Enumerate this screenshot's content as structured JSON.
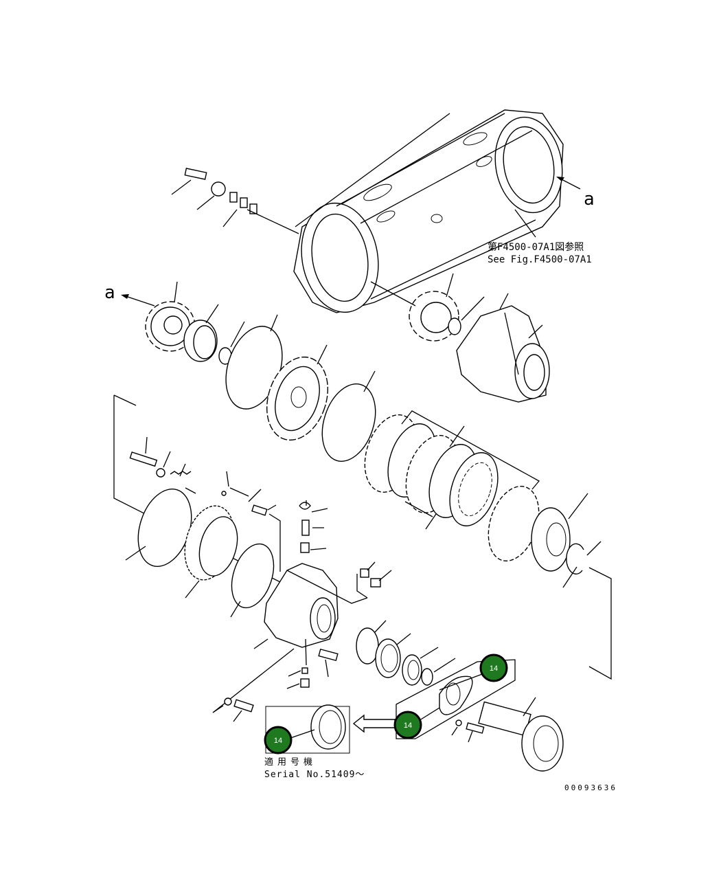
{
  "ref_note": {
    "jp": "第F4500-07A1図参照",
    "en": "See Fig.F4500-07A1"
  },
  "view_marker": "a",
  "serial_note": {
    "jp": "適用号機",
    "en": "Serial No.51409～"
  },
  "callouts": [
    {
      "label": "14",
      "id": "callout-14-top"
    },
    {
      "label": "14",
      "id": "callout-14-left"
    },
    {
      "label": "14",
      "id": "callout-14-inset"
    }
  ],
  "drawing_code": "00093636",
  "colors": {
    "callout_fill": "#1f7a1f",
    "callout_ring": "#000000",
    "line": "#000000",
    "background": "#ffffff"
  }
}
